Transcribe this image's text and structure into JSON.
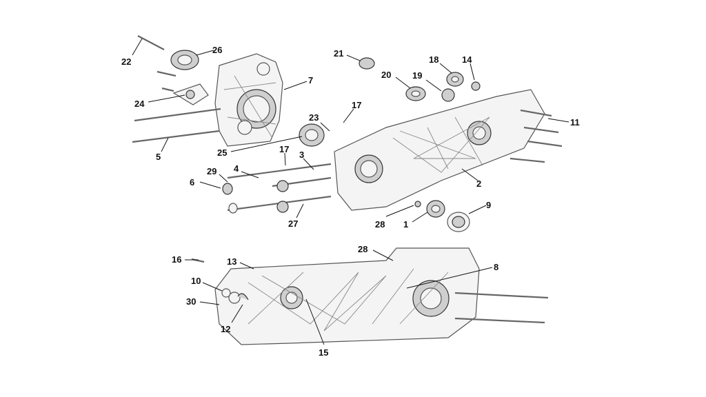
{
  "diagram": {
    "callouts": [
      {
        "id": "c22",
        "text": "22"
      },
      {
        "id": "c26",
        "text": "26"
      },
      {
        "id": "c24",
        "text": "24"
      },
      {
        "id": "c5",
        "text": "5"
      },
      {
        "id": "c25",
        "text": "25"
      },
      {
        "id": "c7",
        "text": "7"
      },
      {
        "id": "c23",
        "text": "23"
      },
      {
        "id": "c17a",
        "text": "17"
      },
      {
        "id": "c17b",
        "text": "17"
      },
      {
        "id": "c3",
        "text": "3"
      },
      {
        "id": "c4",
        "text": "4"
      },
      {
        "id": "c29",
        "text": "29"
      },
      {
        "id": "c6",
        "text": "6"
      },
      {
        "id": "c27",
        "text": "27"
      },
      {
        "id": "c21",
        "text": "21"
      },
      {
        "id": "c20",
        "text": "20"
      },
      {
        "id": "c19",
        "text": "19"
      },
      {
        "id": "c18",
        "text": "18"
      },
      {
        "id": "c14",
        "text": "14"
      },
      {
        "id": "c11",
        "text": "11"
      },
      {
        "id": "c2",
        "text": "2"
      },
      {
        "id": "c9",
        "text": "9"
      },
      {
        "id": "c1",
        "text": "1"
      },
      {
        "id": "c28a",
        "text": "28"
      },
      {
        "id": "c28b",
        "text": "28"
      },
      {
        "id": "c16",
        "text": "16"
      },
      {
        "id": "c13",
        "text": "13"
      },
      {
        "id": "c10",
        "text": "10"
      },
      {
        "id": "c30",
        "text": "30"
      },
      {
        "id": "c12",
        "text": "12"
      },
      {
        "id": "c15",
        "text": "15"
      },
      {
        "id": "c8",
        "text": "8"
      }
    ]
  }
}
